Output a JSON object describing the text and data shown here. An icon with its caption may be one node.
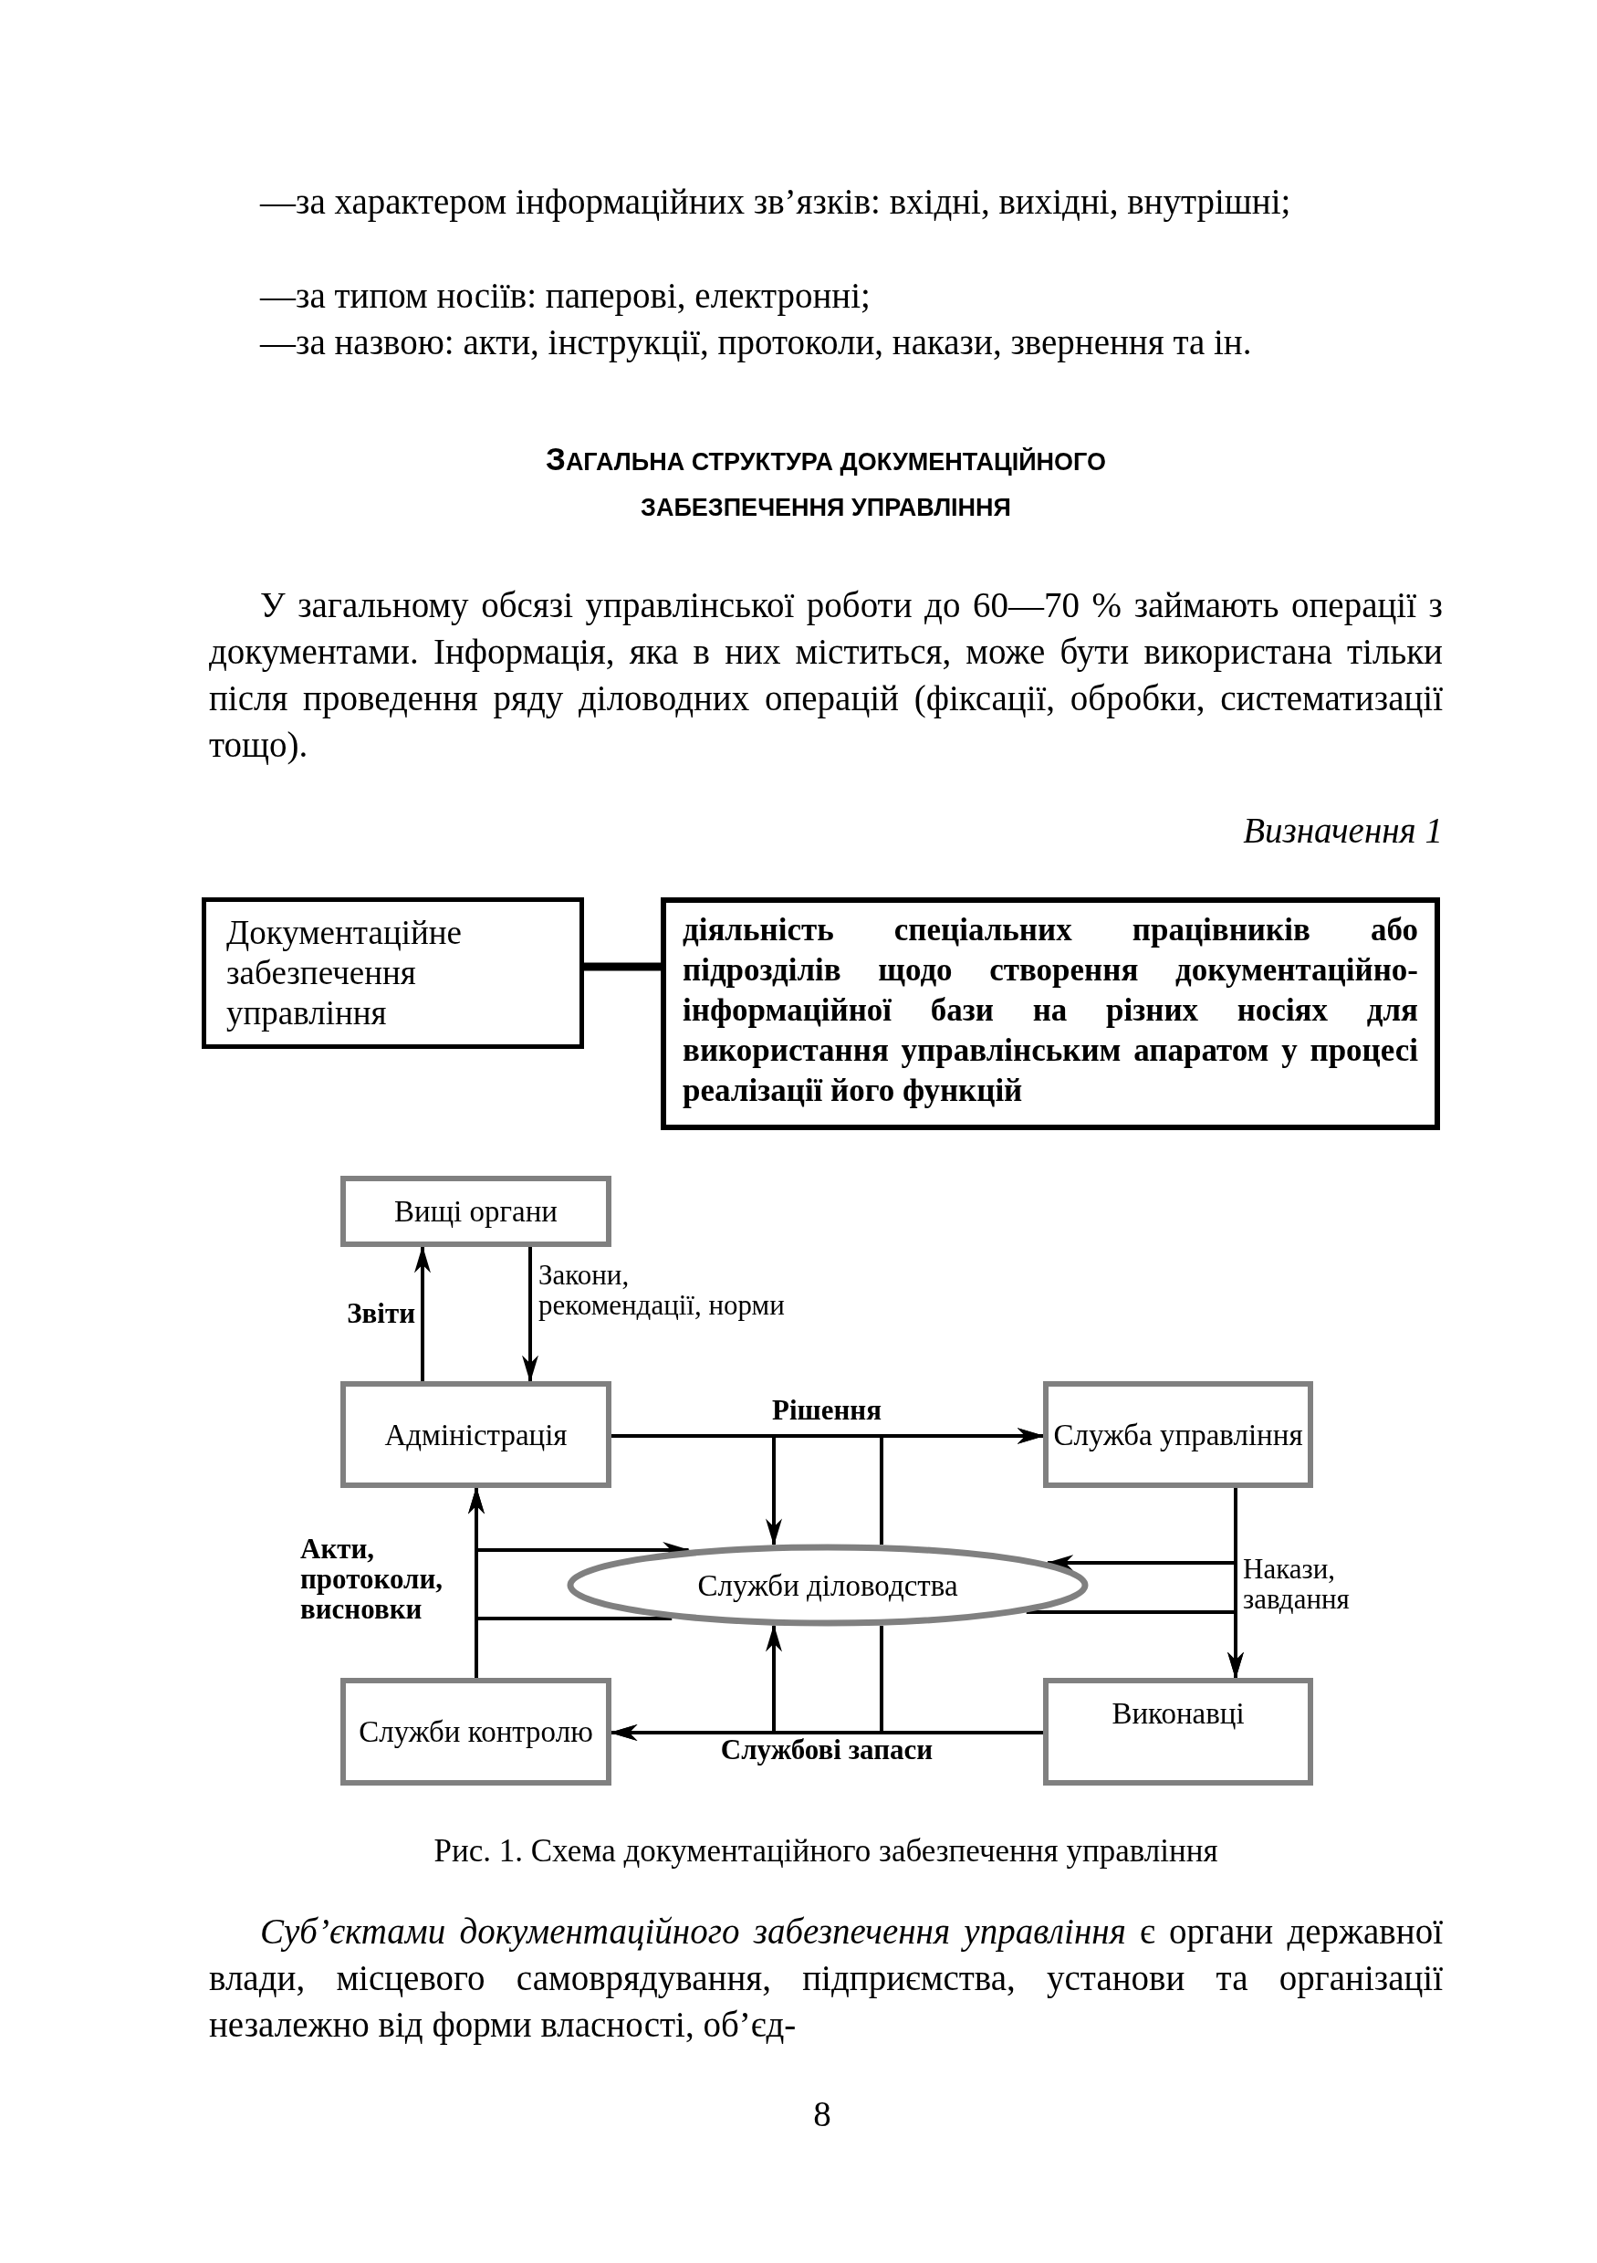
{
  "diagram": {
    "title": "ЗАГАЛЬНА СТРУКТУРА ДОКУМЕНТАЦІЙНОГО ЗАБЕЗПЕЧЕННЯ УПРАВЛІННЯ",
    "caption": "Рис. 1. Схема документаційного забезпечення управління",
    "nodes": [
      {
        "text": [
          "Документаційне забезпечення управління"
        ]
      },
      {
        "text": [
          "діяльність спеціальних працівників або підрозділів щодо створення документаційно-інформаційної бази на різних носіях для використання управлінським апаратом у процесі реалізації його функцій"
        ]
      },
      {
        "text": [
          "Вищі органи"
        ]
      },
      {
        "text": [
          "Адміністрація"
        ]
      },
      {
        "text": [
          "Служба управління"
        ]
      },
      {
        "text": [
          "Служби діловодства"
        ]
      },
      {
        "text": [
          "Служби контролю"
        ]
      },
      {
        "text": [
          "Виконавці"
        ]
      }
    ],
    "edges": [
      {
        "from": 0,
        "to": 1,
        "arrow": "none",
        "style": "thick"
      },
      {
        "from": 3,
        "to": 2,
        "arrow": "to",
        "label": "Звіти"
      },
      {
        "from": 2,
        "to": 3,
        "arrow": "to",
        "label": "Закони, рекомендації, норми"
      },
      {
        "from": 3,
        "to": 4,
        "arrow": "to",
        "label": "Рішення"
      },
      {
        "from": 3,
        "to": 5,
        "arrow": "to"
      },
      {
        "from": 5,
        "to": 4,
        "arrow": "to"
      },
      {
        "from": 6,
        "to": 3,
        "arrow": "to",
        "label": "Акти, протоколи, висновки"
      },
      {
        "from": 6,
        "to": 5,
        "arrow": "to"
      },
      {
        "from": 5,
        "to": 3,
        "arrow": "to"
      },
      {
        "from": 4,
        "to": 7,
        "arrow": "to",
        "label": "Накази, завдання"
      },
      {
        "from": 4,
        "to": 5,
        "arrow": "to"
      },
      {
        "from": 5,
        "to": 7,
        "arrow": "to"
      },
      {
        "from": 7,
        "to": 6,
        "arrow": "to",
        "label": "Службові запаси"
      },
      {
        "from": 7,
        "to": 5,
        "arrow": "to"
      },
      {
        "from": 5,
        "to": 6,
        "arrow": "to"
      }
    ],
    "labels": [
      "—за характером інформаційних зв’язків: вхідні, вихідні, внутрішні;",
      "—за типом носіїв: паперові, електронні;",
      "—за назвою: акти, інструкції, протоколи, накази, звернення та ін.",
      "У загальному обсязі управлінської роботи до 60—70 % займають операції з документами. Інформація, яка в них міститься, може бути використана тільки після проведення ряду діловодних операцій (фіксації, обробки, систематизації тощо).",
      "Визначення 1",
      "*Суб’єктами документаційного забезпечення управління* є органи державної влади, місцевого самоврядування, підприємства, установи та організації незалежно від форми власності, об’єд-",
      "8"
    ]
  }
}
